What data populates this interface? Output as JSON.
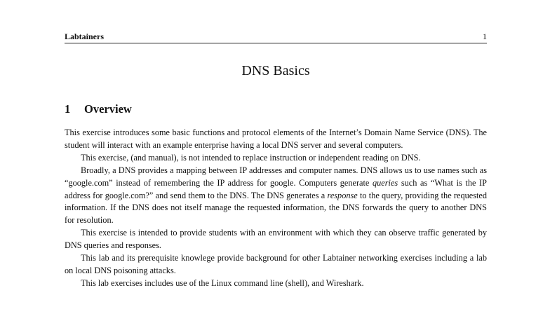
{
  "header": {
    "running_title": "Labtainers",
    "page_number": "1"
  },
  "document": {
    "title": "DNS Basics"
  },
  "section": {
    "number": "1",
    "title": "Overview"
  },
  "paragraphs": [
    {
      "text": "This exercise introduces some basic functions and protocol elements of the Internet’s Domain Name Service (DNS). The student will interact with an example enterprise having a local DNS server and several computers."
    },
    {
      "text": "This exercise, (and manual), is not intended to replace instruction or independent reading on DNS."
    },
    {
      "part1": "Broadly, a DNS provides a mapping between IP addresses and computer names. DNS allows us to use names such as “google.com” instead of remembering the IP address for google. Computers generate ",
      "em1": "queries",
      "part2": " such as “What is the IP address for google.com?” and send them to the DNS. The DNS generates a ",
      "em2": "response",
      "part3": " to the query, providing the requested information. If the DNS does not itself manage the requested information, the DNS forwards the query to another DNS for resolution."
    },
    {
      "text": "This exercise is intended to provide students with an environment with which they can observe traffic generated by DNS queries and responses."
    },
    {
      "text": "This lab and its prerequisite knowlege provide background for other Labtainer networking exercises including a lab on local DNS poisoning attacks."
    },
    {
      "text": "This lab exercises includes use of the Linux command line (shell), and Wireshark."
    }
  ]
}
